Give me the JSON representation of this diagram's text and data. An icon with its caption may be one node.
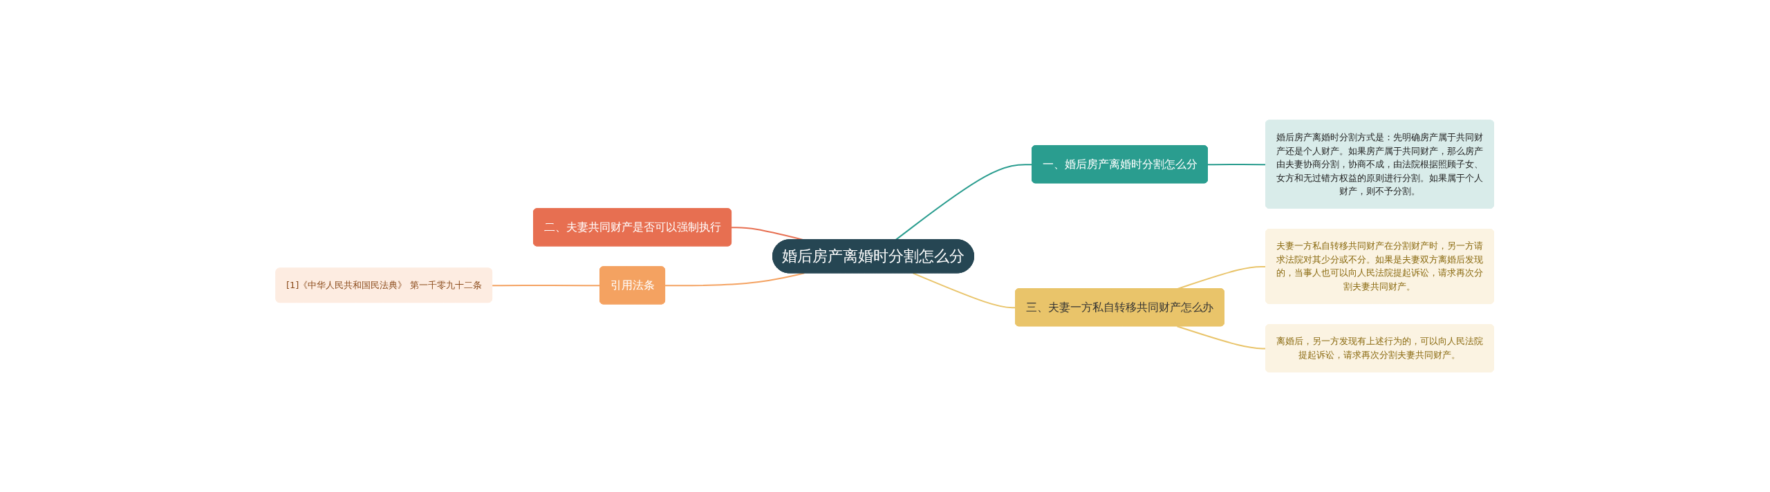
{
  "diagram": {
    "nodes": [
      {
        "text": [
          "婚后房产离婚时分割怎么分"
        ]
      },
      {
        "text": [
          "一、婚后房产离婚时分割怎么分"
        ]
      },
      {
        "text": [
          "婚后房产离婚时分割方式是：先明确房产属于共同财产还是个人财产。如果房产属于共同财产，那么房产由夫妻协商分割，协商不成，由法院根据照顾子女、女方和无过错方权益的原则进行分割。如果属于个人财产，则不予分割。"
        ]
      },
      {
        "text": [
          "二、夫妻共同财产是否可以强制执行"
        ]
      },
      {
        "text": [
          "引用法条"
        ]
      },
      {
        "text": [
          "[1]《中华人民共和国民法典》 第一千零九十二条"
        ]
      },
      {
        "text": [
          "三、夫妻一方私自转移共同财产怎么办"
        ]
      },
      {
        "text": [
          "夫妻一方私自转移共同财产在分割财产时，另一方请求法院对其少分或不分。如果是夫妻双方离婚后发现的，当事人也可以向人民法院提起诉讼，请求再次分割夫妻共同财产。"
        ]
      },
      {
        "text": [
          "离婚后，另一方发现有上述行为的，可以向人民法院提起诉讼，请求再次分割夫妻共同财产。"
        ]
      }
    ],
    "edges": [
      {
        "from": 0,
        "to": 1,
        "arrow": "none",
        "color": "#2a9d8f"
      },
      {
        "from": 1,
        "to": 2,
        "arrow": "none",
        "color": "#2a9d8f"
      },
      {
        "from": 0,
        "to": 3,
        "arrow": "none",
        "color": "#e76f51"
      },
      {
        "from": 0,
        "to": 4,
        "arrow": "none",
        "color": "#f4a261"
      },
      {
        "from": 4,
        "to": 5,
        "arrow": "none",
        "color": "#f4a261"
      },
      {
        "from": 0,
        "to": 6,
        "arrow": "none",
        "color": "#e9c46a"
      },
      {
        "from": 6,
        "to": 7,
        "arrow": "none",
        "color": "#e9c46a"
      },
      {
        "from": 6,
        "to": 8,
        "arrow": "none",
        "color": "#e9c46a"
      }
    ]
  }
}
